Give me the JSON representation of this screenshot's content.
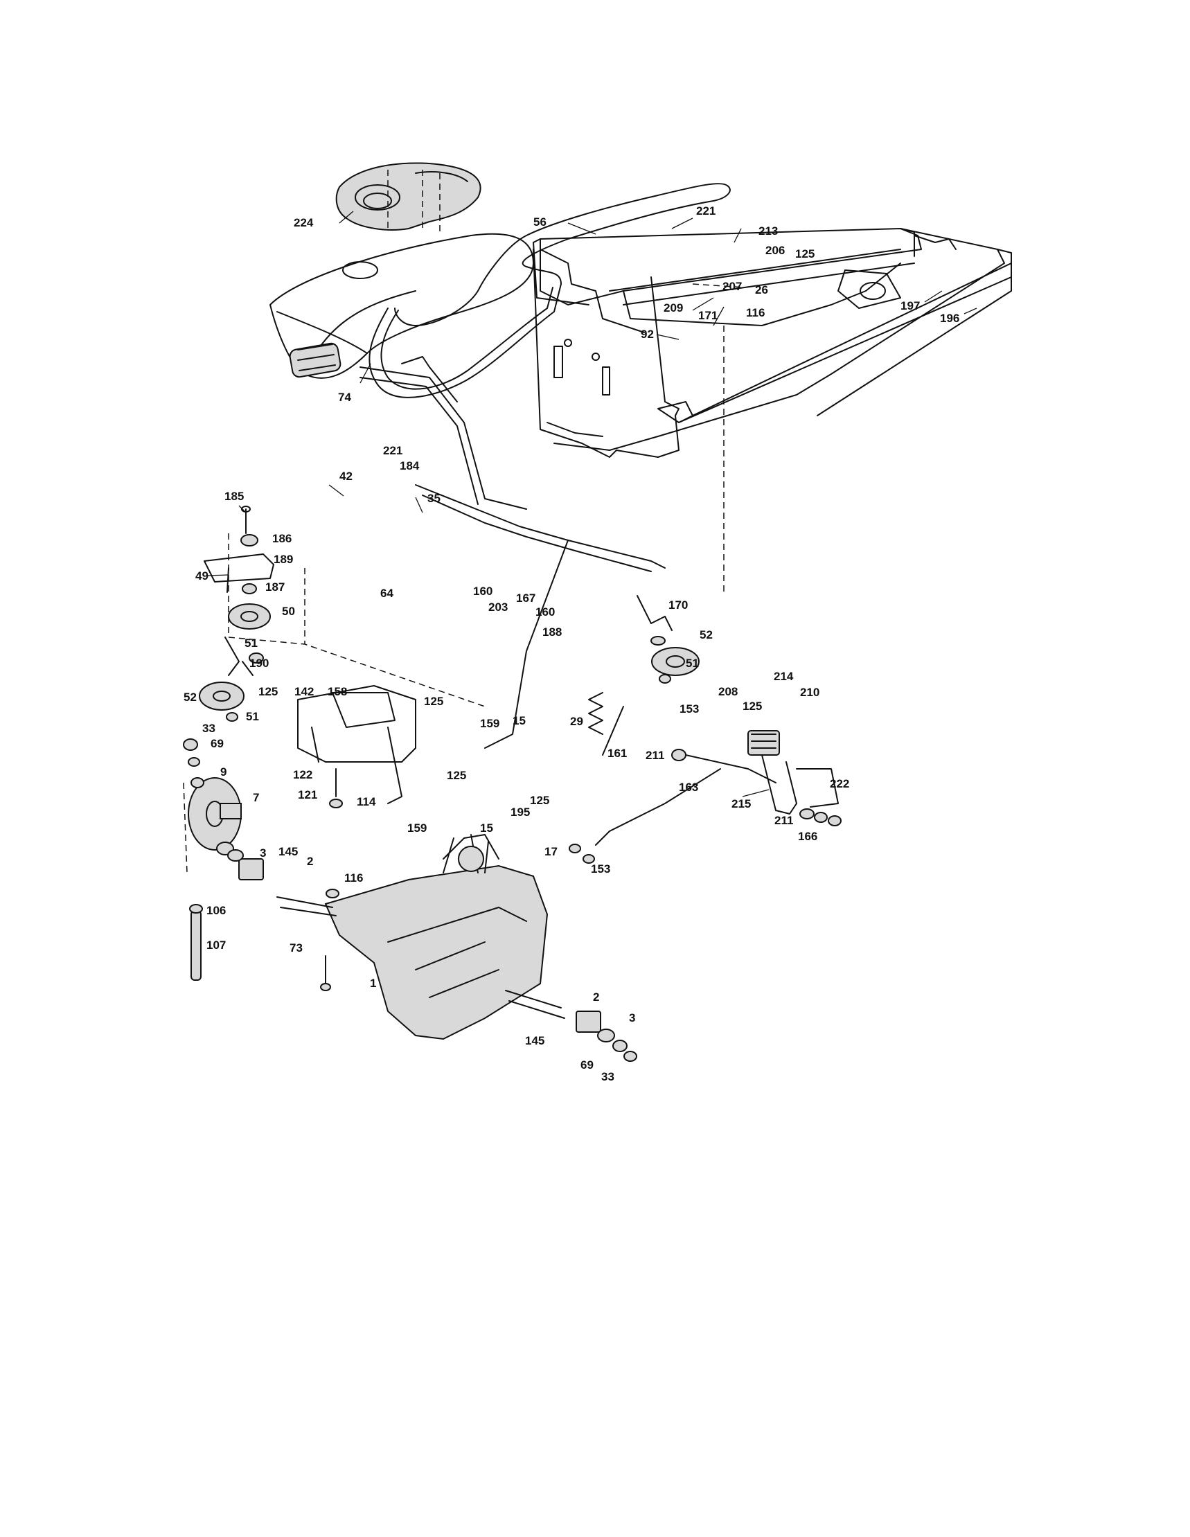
{
  "diagram": {
    "callouts": [
      {
        "id": "c224",
        "text": "224"
      },
      {
        "id": "c56",
        "text": "56"
      },
      {
        "id": "c221a",
        "text": "221"
      },
      {
        "id": "c213",
        "text": "213"
      },
      {
        "id": "c206",
        "text": "206"
      },
      {
        "id": "c125a",
        "text": "125"
      },
      {
        "id": "c209",
        "text": "209"
      },
      {
        "id": "c207",
        "text": "207"
      },
      {
        "id": "c26",
        "text": "26"
      },
      {
        "id": "c92",
        "text": "92"
      },
      {
        "id": "c116a",
        "text": "116"
      },
      {
        "id": "c74",
        "text": "74"
      },
      {
        "id": "c171",
        "text": "171"
      },
      {
        "id": "c197",
        "text": "197"
      },
      {
        "id": "c196",
        "text": "196"
      },
      {
        "id": "c221b",
        "text": "221"
      },
      {
        "id": "c184",
        "text": "184"
      },
      {
        "id": "c42",
        "text": "42"
      },
      {
        "id": "c35",
        "text": "35"
      },
      {
        "id": "c185",
        "text": "185"
      },
      {
        "id": "c186",
        "text": "186"
      },
      {
        "id": "c189",
        "text": "189"
      },
      {
        "id": "c49",
        "text": "49"
      },
      {
        "id": "c187",
        "text": "187"
      },
      {
        "id": "c50",
        "text": "50"
      },
      {
        "id": "c64",
        "text": "64"
      },
      {
        "id": "c160a",
        "text": "160"
      },
      {
        "id": "c203",
        "text": "203"
      },
      {
        "id": "c167",
        "text": "167"
      },
      {
        "id": "c160b",
        "text": "160"
      },
      {
        "id": "c170",
        "text": "170"
      },
      {
        "id": "c188",
        "text": "188"
      },
      {
        "id": "c52a",
        "text": "52"
      },
      {
        "id": "c51a",
        "text": "51"
      },
      {
        "id": "c190",
        "text": "190"
      },
      {
        "id": "c51b",
        "text": "51"
      },
      {
        "id": "c52b",
        "text": "52"
      },
      {
        "id": "c125b",
        "text": "125"
      },
      {
        "id": "c142",
        "text": "142"
      },
      {
        "id": "c158",
        "text": "158"
      },
      {
        "id": "c125c",
        "text": "125"
      },
      {
        "id": "c51c",
        "text": "51"
      },
      {
        "id": "c208",
        "text": "208"
      },
      {
        "id": "c214",
        "text": "214"
      },
      {
        "id": "c210",
        "text": "210"
      },
      {
        "id": "c153a",
        "text": "153"
      },
      {
        "id": "c125d",
        "text": "125"
      },
      {
        "id": "c159a",
        "text": "159"
      },
      {
        "id": "c15a",
        "text": "15"
      },
      {
        "id": "c29",
        "text": "29"
      },
      {
        "id": "c33a",
        "text": "33"
      },
      {
        "id": "c69a",
        "text": "69"
      },
      {
        "id": "c161",
        "text": "161"
      },
      {
        "id": "c211a",
        "text": "211"
      },
      {
        "id": "c9",
        "text": "9"
      },
      {
        "id": "c122",
        "text": "122"
      },
      {
        "id": "c125e",
        "text": "125"
      },
      {
        "id": "c7",
        "text": "7"
      },
      {
        "id": "c121",
        "text": "121"
      },
      {
        "id": "c114",
        "text": "114"
      },
      {
        "id": "c163",
        "text": "163"
      },
      {
        "id": "c222",
        "text": "222"
      },
      {
        "id": "c215",
        "text": "215"
      },
      {
        "id": "c125f",
        "text": "125"
      },
      {
        "id": "c195",
        "text": "195"
      },
      {
        "id": "c211b",
        "text": "211"
      },
      {
        "id": "c159b",
        "text": "159"
      },
      {
        "id": "c15b",
        "text": "15"
      },
      {
        "id": "c166",
        "text": "166"
      },
      {
        "id": "c3a",
        "text": "3"
      },
      {
        "id": "c145a",
        "text": "145"
      },
      {
        "id": "c2a",
        "text": "2"
      },
      {
        "id": "c17",
        "text": "17"
      },
      {
        "id": "c153b",
        "text": "153"
      },
      {
        "id": "c116b",
        "text": "116"
      },
      {
        "id": "c106",
        "text": "106"
      },
      {
        "id": "c107",
        "text": "107"
      },
      {
        "id": "c73",
        "text": "73"
      },
      {
        "id": "c1",
        "text": "1"
      },
      {
        "id": "c2b",
        "text": "2"
      },
      {
        "id": "c3b",
        "text": "3"
      },
      {
        "id": "c145b",
        "text": "145"
      },
      {
        "id": "c69b",
        "text": "69"
      },
      {
        "id": "c33b",
        "text": "33"
      }
    ]
  }
}
